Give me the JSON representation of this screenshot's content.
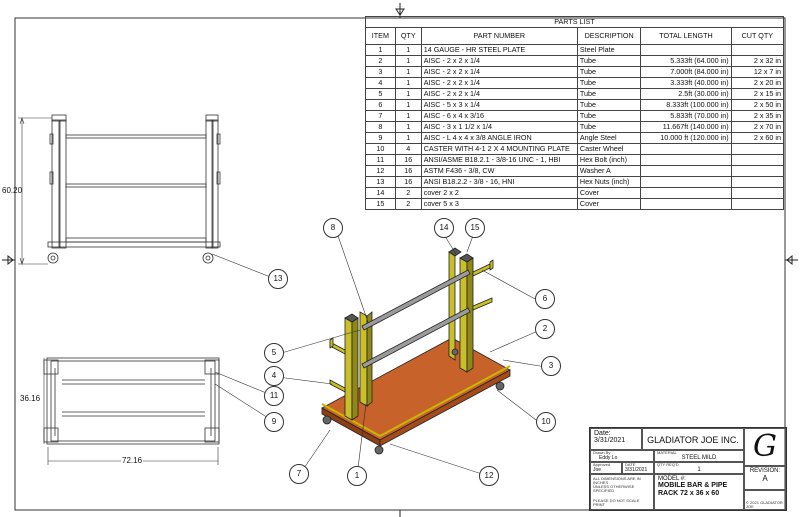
{
  "parts_list": {
    "title": "PARTS LIST",
    "headers": [
      "ITEM",
      "QTY",
      "PART NUMBER",
      "DESCRIPTION",
      "TOTAL LENGTH",
      "CUT QTY"
    ],
    "rows": [
      [
        "1",
        "1",
        "14 GAUGE - HR STEEL PLATE",
        "Steel Plate",
        "",
        ""
      ],
      [
        "2",
        "1",
        "AISC - 2 x 2 x 1/4",
        "Tube",
        "5.333ft (64.000 in)",
        "2 x 32 in"
      ],
      [
        "3",
        "1",
        "AISC - 2 x 2 x 1/4",
        "Tube",
        "7.000ft (84.000 in)",
        "12 x 7 in"
      ],
      [
        "4",
        "1",
        "AISC - 2 x 2 x 1/4",
        "Tube",
        "3.333ft (40.000 in)",
        "2 x 20 in"
      ],
      [
        "5",
        "1",
        "AISC - 2 x 2 x 1/4",
        "Tube",
        "2.5ft (30.000 in)",
        "2 x 15 in"
      ],
      [
        "6",
        "1",
        "AISC - 5 x 3 x 1/4",
        "Tube",
        "8.333ft (100.000 in)",
        "2 x 50 in"
      ],
      [
        "7",
        "1",
        "AISC - 6 x 4 x 3/16",
        "Tube",
        "5.833ft (70.000 in)",
        "2 x 35 in"
      ],
      [
        "8",
        "1",
        "AISC - 3 x 1 1/2 x 1/4",
        "Tube",
        "11.667ft (140.000 in)",
        "2 x 70 in"
      ],
      [
        "9",
        "1",
        "AISC - L 4 x 4 x 3/8 ANGLE IRON",
        "Angle Steel",
        "10.000 ft (120.000 in)",
        "2 x 60 in"
      ],
      [
        "10",
        "4",
        "CASTER WITH 4-1 2 X 4 MOUNTING PLATE",
        "Caster Wheel",
        "",
        ""
      ],
      [
        "11",
        "16",
        "ANSI/ASME B18.2.1 - 3/8-16 UNC - 1, HBI",
        "Hex Bolt (inch)",
        "",
        ""
      ],
      [
        "12",
        "16",
        "ASTM F436 - 3/8, CW",
        "Washer A",
        "",
        ""
      ],
      [
        "13",
        "16",
        "ANSI B18.2.2 - 3/8 - 16, HNI",
        "Hex Nuts (inch)",
        "",
        ""
      ],
      [
        "14",
        "2",
        "cover 2 x 2",
        "Cover",
        "",
        ""
      ],
      [
        "15",
        "2",
        "cover 5 x 3",
        "Cover",
        "",
        ""
      ]
    ]
  },
  "dimensions": {
    "front_height": "60.20",
    "top_depth": "36.16",
    "top_width": "72.16"
  },
  "balloons": [
    "8",
    "14",
    "15",
    "6",
    "2",
    "5",
    "3",
    "4",
    "10",
    "7",
    "1",
    "12",
    "13",
    "11",
    "9"
  ],
  "title_block": {
    "date_label": "Date:",
    "date": "3/31/2021",
    "company": "GLADIATOR JOE INC.",
    "logo": "G",
    "drawn_by": "Eddy Lo",
    "material_label": "MATERIAL",
    "material": "STEEL MILD",
    "approved": "Joe",
    "approved_date": "3/31/2021",
    "qty": "1",
    "model_label": "MODEL #:",
    "model": "MOBILE BAR & PIPE RACK 72 x 36 x 60",
    "revision_label": "REVISION:",
    "revision": "A"
  }
}
